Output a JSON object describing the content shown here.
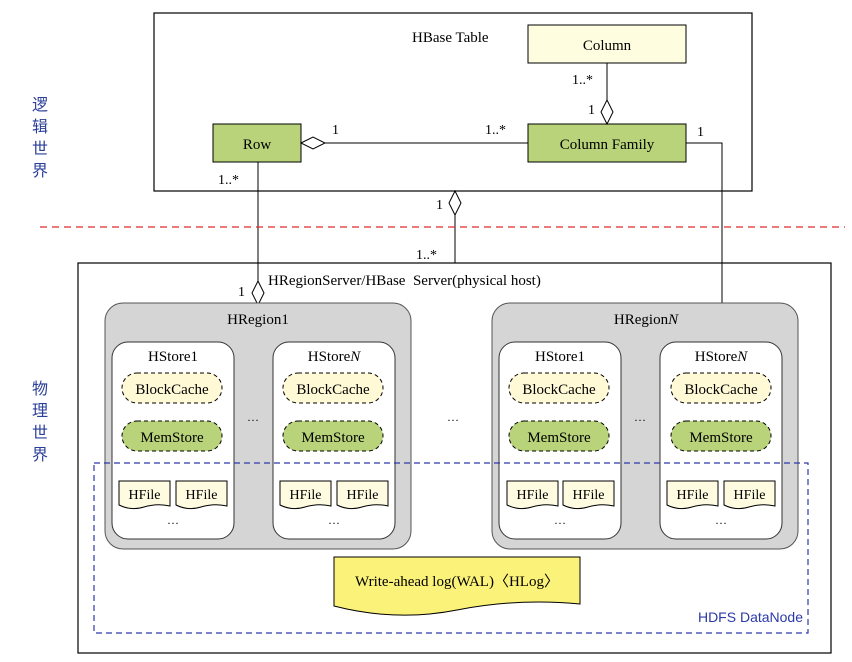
{
  "labels": {
    "logical_world": [
      "逻",
      "辑",
      "世",
      "界"
    ],
    "physical_world": [
      "物",
      "理",
      "世",
      "界"
    ]
  },
  "table": {
    "title": "HBase Table",
    "column": "Column",
    "row": "Row",
    "column_family": "Column Family"
  },
  "multiplicity": {
    "one": "1",
    "many": "1..*"
  },
  "server": {
    "title": "HRegionServer/HBase  Server(physical host)"
  },
  "regions": [
    {
      "name": "HRegion1",
      "name_italic_suffix": "",
      "stores": [
        {
          "name": "HStore1",
          "italic_suffix": ""
        },
        {
          "name": "HStore",
          "italic_suffix": "N"
        }
      ]
    },
    {
      "name": "HRegion",
      "name_italic_suffix": "N",
      "stores": [
        {
          "name": "HStore1",
          "italic_suffix": ""
        },
        {
          "name": "HStore",
          "italic_suffix": "N"
        }
      ]
    }
  ],
  "store_parts": {
    "cache": "BlockCache",
    "memstore": "MemStore",
    "hfile": "HFile",
    "ellipsis": "…"
  },
  "wal": {
    "label": "Write-ahead log(WAL)〈HLog〉"
  },
  "hdfs": {
    "label": "HDFS DataNode"
  },
  "colors": {
    "row_fill": "#b8d379",
    "column_fill": "#fffde0",
    "region_fill": "#d5d5d5",
    "region_stroke": "#555555",
    "store_fill": "#ffffff",
    "cache_fill": "#fff9d6",
    "memstore_fill": "#b8d379",
    "hfile_fill": "#fffbe0",
    "wal_fill": "#fbf279",
    "red_dash": "#e02a2a",
    "blue_dash": "#2c3aa8",
    "side_text": "#2b3f9a"
  }
}
